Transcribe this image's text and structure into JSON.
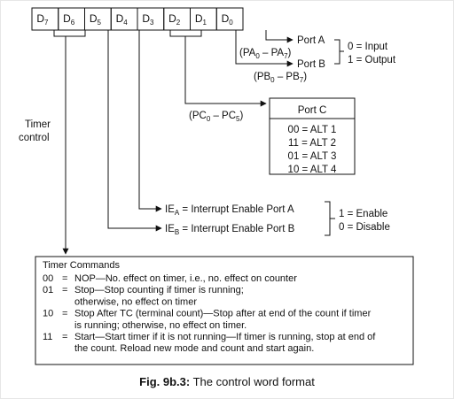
{
  "register": {
    "bits": [
      {
        "letter": "D",
        "sub": "7"
      },
      {
        "letter": "D",
        "sub": "6"
      },
      {
        "letter": "D",
        "sub": "5"
      },
      {
        "letter": "D",
        "sub": "4"
      },
      {
        "letter": "D",
        "sub": "3"
      },
      {
        "letter": "D",
        "sub": "2"
      },
      {
        "letter": "D",
        "sub": "1"
      },
      {
        "letter": "D",
        "sub": "0"
      }
    ]
  },
  "ports": {
    "port_a": "Port A",
    "port_b": "Port B",
    "pa_label": {
      "open": "(PA",
      "s1": "0",
      "dash": " – PA",
      "s2": "7",
      "close": ")"
    },
    "pb_label": {
      "open": "(PB",
      "s1": "0",
      "dash": " – PB",
      "s2": "7",
      "close": ")"
    },
    "io_input": "0 = Input",
    "io_output": "1 = Output"
  },
  "port_c": {
    "range_label": {
      "open": "(PC",
      "s1": "0",
      "dash": " – PC",
      "s2": "5",
      "close": ")"
    },
    "title": "Port C",
    "rows": [
      "00 = ALT 1",
      "11 = ALT 2",
      "01 = ALT 3",
      "10 = ALT 4"
    ]
  },
  "interrupts": {
    "iea": {
      "prefix": "IE",
      "sub": "A",
      "rest": " = Interrupt Enable Port A"
    },
    "ieb": {
      "prefix": "IE",
      "sub": "B",
      "rest": " = Interrupt Enable Port B"
    },
    "enable": "1 = Enable",
    "disable": "0 = Disable"
  },
  "timer_control": {
    "line1": "Timer",
    "line2": "control"
  },
  "timer_commands": {
    "title": "Timer Commands",
    "lines": [
      {
        "code": "00",
        "eq": "=",
        "text": "NOP—No. effect on timer, i.e., no. effect on counter"
      },
      {
        "code": "01",
        "eq": "=",
        "text": "Stop—Stop counting if timer is running;"
      },
      {
        "code": "",
        "eq": "",
        "text": "otherwise, no effect on timer"
      },
      {
        "code": "10",
        "eq": "=",
        "text": "Stop After TC (terminal count)—Stop after at end of the count if timer"
      },
      {
        "code": "",
        "eq": "",
        "text": "is running; otherwise, no effect on timer."
      },
      {
        "code": "11",
        "eq": "=",
        "text": "Start—Start timer if it is not running—If timer is running, stop at end of"
      },
      {
        "code": "",
        "eq": "",
        "text": "the count. Reload new mode and count and start again."
      }
    ]
  },
  "caption": {
    "bold": "Fig. 9b.3:",
    "rest": " The control word format"
  }
}
